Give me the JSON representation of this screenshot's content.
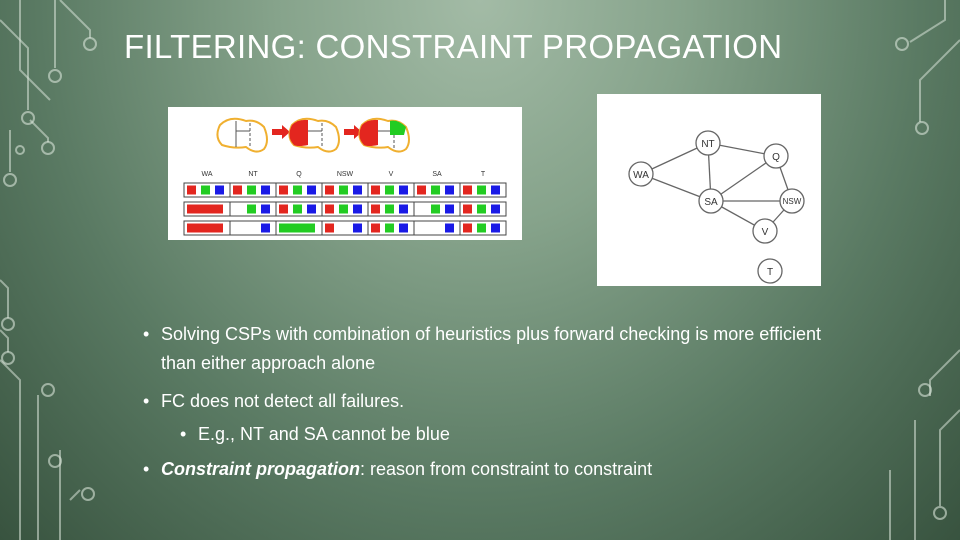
{
  "slide": {
    "title": "FILTERING: CONSTRAINT PROPAGATION"
  },
  "fc_table": {
    "columns": [
      "WA",
      "NT",
      "Q",
      "NSW",
      "V",
      "SA",
      "T"
    ],
    "colors": {
      "red": "#e3261f",
      "green": "#22cc22",
      "blue": "#1a1ae6"
    }
  },
  "graph": {
    "nodes": [
      "NT",
      "Q",
      "WA",
      "SA",
      "NSW",
      "V",
      "T"
    ]
  },
  "bullets": {
    "b1": "Solving CSPs with combination of heuristics plus forward checking is more efficient than either approach alone",
    "b2": "FC does not detect all failures.",
    "b2_sub": "E.g., NT and SA cannot be blue",
    "b3_emph": "Constraint propagation",
    "b3_rest": ": reason from constraint to constraint"
  }
}
